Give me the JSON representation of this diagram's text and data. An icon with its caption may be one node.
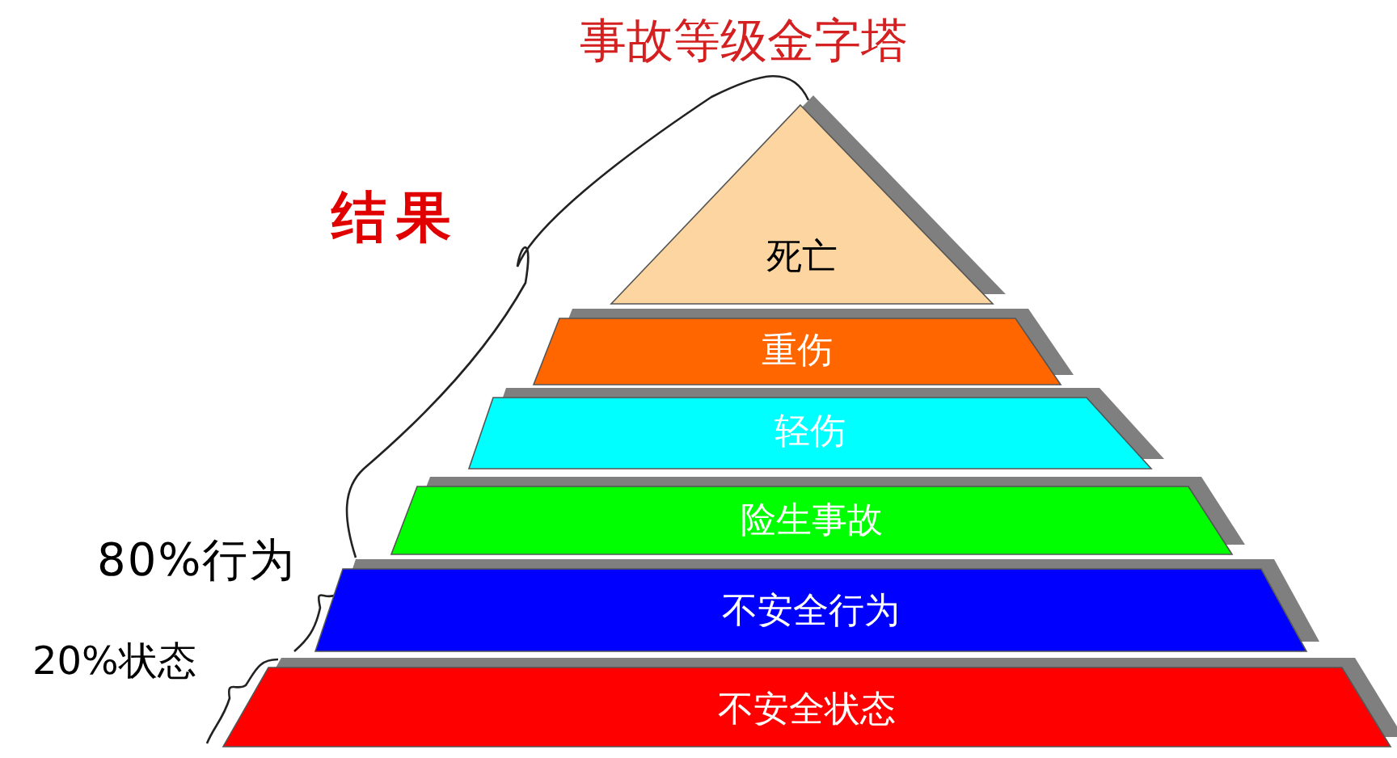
{
  "diagram": {
    "title": "事故等级金字塔",
    "nodes": [
      {
        "text": [
          "死亡"
        ]
      },
      {
        "text": [
          "重伤"
        ]
      },
      {
        "text": [
          "轻伤"
        ]
      },
      {
        "text": [
          "险生事故"
        ]
      },
      {
        "text": [
          "不安全行为"
        ]
      },
      {
        "text": [
          "不安全状态"
        ]
      }
    ],
    "labels": [
      "结果",
      "80%行为",
      "20%状态"
    ]
  }
}
